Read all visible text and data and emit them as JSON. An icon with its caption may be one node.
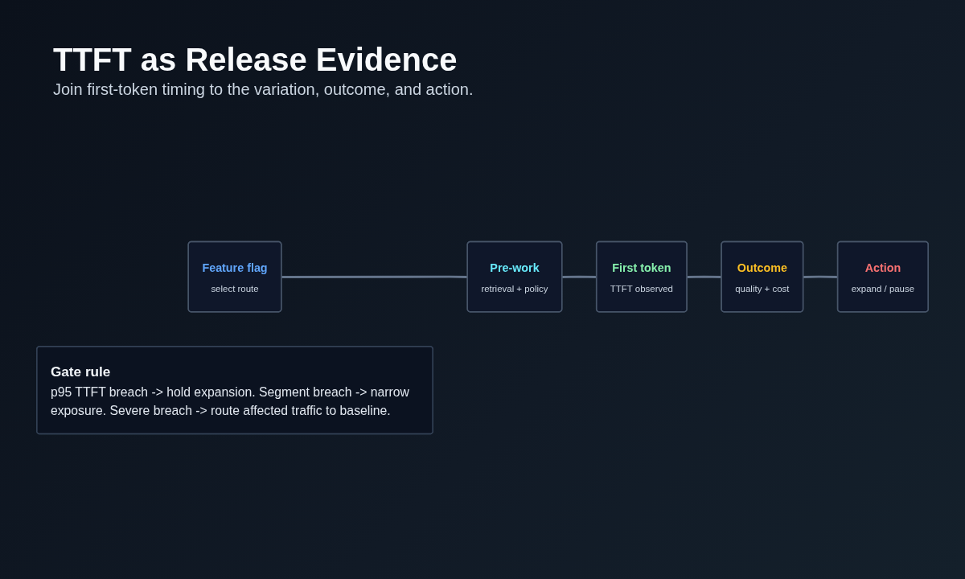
{
  "diagram": {
    "title": "TTFT as Release Evidence",
    "nodes": [
      {
        "text": [
          "Feature flag",
          "select route"
        ]
      },
      {
        "text": [
          "Pre-work",
          "retrieval + policy"
        ]
      },
      {
        "text": [
          "First token",
          "TTFT observed"
        ]
      },
      {
        "text": [
          "Outcome",
          "quality + cost"
        ]
      },
      {
        "text": [
          "Action",
          "expand / pause"
        ]
      },
      {
        "text": [
          "Gate rule",
          "p95 TTFT breach -> hold expansion. Segment breach -> narrow exposure. Severe breach -> route affected traffic to baseline."
        ]
      }
    ],
    "edges": [
      {
        "from": 0,
        "to": 1,
        "arrow": "none"
      },
      {
        "from": 1,
        "to": 2,
        "arrow": "none"
      },
      {
        "from": 2,
        "to": 3,
        "arrow": "none"
      },
      {
        "from": 3,
        "to": 4,
        "arrow": "none"
      }
    ],
    "labels": [
      "Join first-token timing to the variation, outcome, and action."
    ]
  }
}
